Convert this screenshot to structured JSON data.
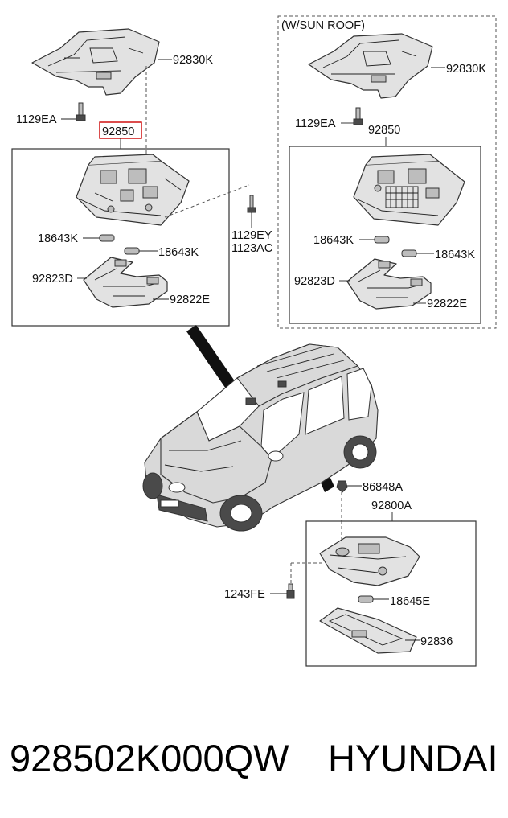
{
  "diagram": {
    "sunroof_title": "(W/SUN ROOF)",
    "labels": {
      "bracket_left": "92830K",
      "screw_left": "1129EA",
      "assembly_left": "92850",
      "bolt_mid": "1129EY",
      "bolt_mid_alt": "1123AC",
      "bulb_a_left": "18643K",
      "bulb_b_left": "18643K",
      "lens_d_left": "92823D",
      "lens_e_left": "92822E",
      "bracket_right": "92830K",
      "screw_right": "1129EA",
      "assembly_right": "92850",
      "bulb_a_right": "18643K",
      "bulb_b_right": "18643K",
      "lens_d_right": "92823D",
      "lens_e_right": "92822E",
      "clip_room": "86848A",
      "room_lamp": "92800A",
      "screw_room": "1243FE",
      "bulb_room": "18645E",
      "lens_room": "92836"
    },
    "highlight_color": "#cc0000"
  },
  "footer": {
    "part_number": "928502K000QW",
    "brand": "HYUNDAI"
  }
}
